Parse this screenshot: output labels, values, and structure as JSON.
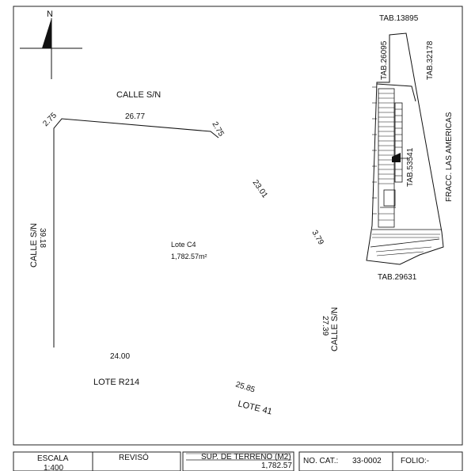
{
  "north": {
    "label": "N"
  },
  "streets": {
    "top": "CALLE S/N",
    "left": "CALLE S/N",
    "right": "CALLE S/N"
  },
  "dimensions": {
    "top_left_chamfer": "2.75",
    "top": "26.77",
    "top_right_chamfer": "2.75",
    "curve": "23.01",
    "right_chamfer": "3.79",
    "left": "39.18",
    "right": "27.39",
    "bottom": "24.00",
    "bottom_right": "25.85"
  },
  "lot": {
    "name": "Lote C4",
    "area": "1,782.57m²"
  },
  "neighbors": {
    "bottom_left": "LOTE R214",
    "bottom_right": "LOTE 41"
  },
  "location_map": {
    "tab_top": "TAB.13895",
    "tab_left": "TAB.26095",
    "tab_right": "TAB.32178",
    "tab_center": "TAB.53541",
    "tab_bottom": "TAB.29631",
    "fracc": "FRACC. LAS AMERICAS"
  },
  "title_block": {
    "escala_label": "ESCALA",
    "escala_value": "1:400",
    "reviso_label": "REVISÓ",
    "sup_label": "SUP. DE TERRENO (M2)",
    "sup_value": "1,782.57",
    "nocat_label": "NO. CAT.:",
    "nocat_value": "33-0002",
    "folio_label": "FOLIO:-"
  }
}
